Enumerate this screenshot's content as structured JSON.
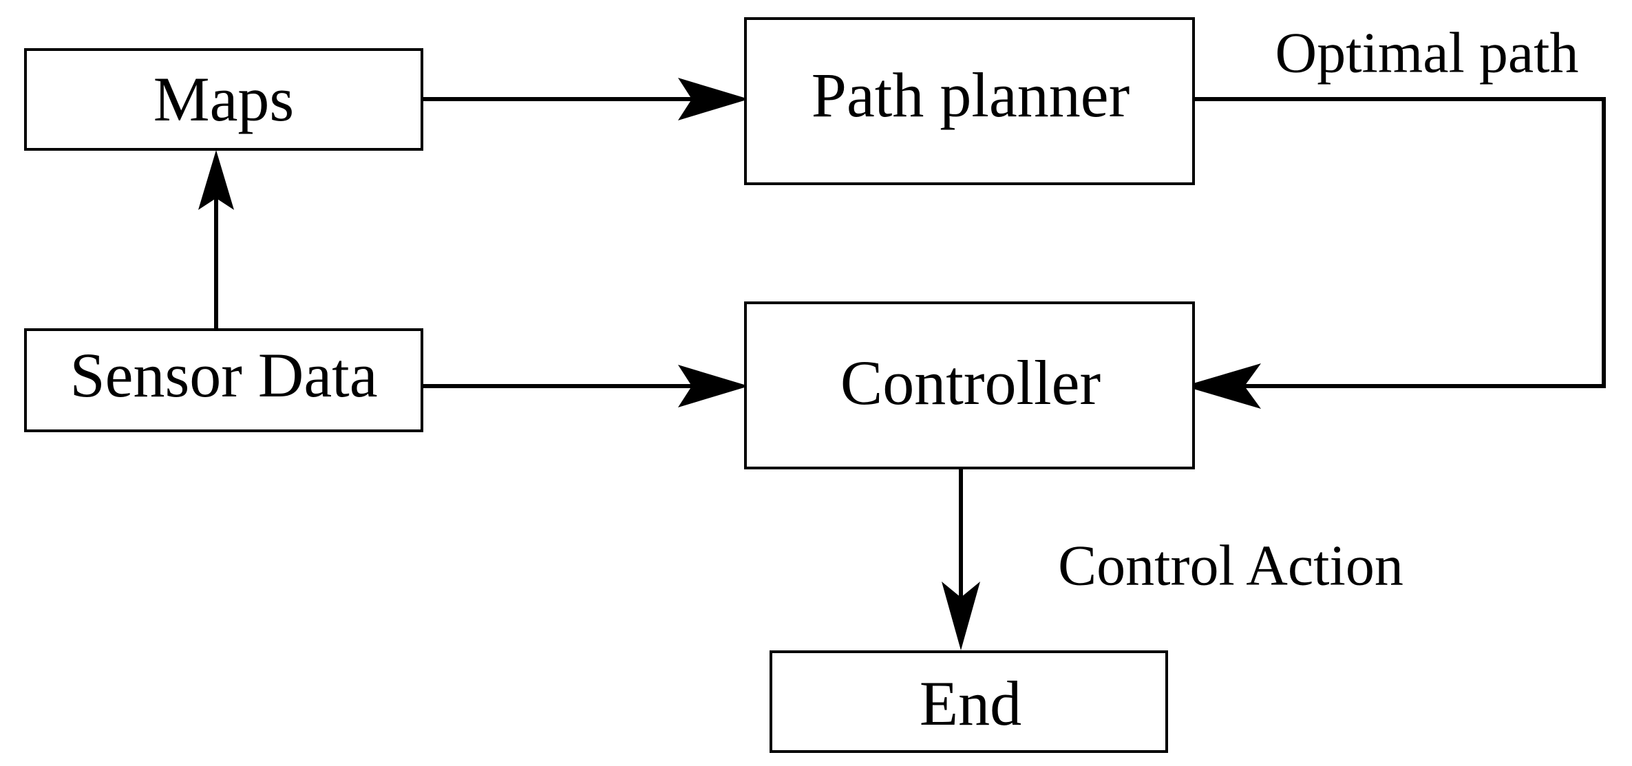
{
  "nodes": {
    "maps": "Maps",
    "path_planner": "Path planner",
    "sensor_data": "Sensor Data",
    "controller": "Controller",
    "end": "End"
  },
  "edges": {
    "optimal_path": "Optimal path",
    "control_action": "Control Action"
  }
}
